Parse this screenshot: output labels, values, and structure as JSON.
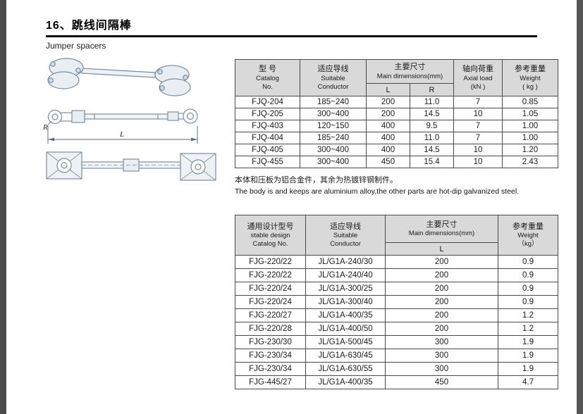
{
  "page": {
    "title": "16、跳线间隔棒",
    "subtitle": "Jumper spacers",
    "note_cn": "本体和压板为铝合金件，其余为热镀锌钢制件。",
    "note_en": "The body is and keeps are aluminium alloy,the other parts are hot-dip galvanized steel."
  },
  "colors": {
    "header_bg": "#d9d9d9",
    "table_border": "#4a4a4a",
    "edge_bar": "#4c4c4c"
  },
  "drawings": {
    "label_r": "R",
    "label_l": "L"
  },
  "table1": {
    "headers": {
      "catalog_cn": "型 号",
      "catalog_en1": "Catalog",
      "catalog_en2": "No.",
      "conductor_cn": "适应导线",
      "conductor_en1": "Suitable",
      "conductor_en2": "Conductor",
      "dims_cn": "主要尺寸",
      "dims_en": "Main dimensions(mm)",
      "col_l": "L",
      "col_r": "R",
      "axial_cn": "轴向荷重",
      "axial_en": "Axial load",
      "axial_unit": "(kN )",
      "weight_cn": "参考重量",
      "weight_en": "Weight",
      "weight_unit": "( kg )"
    },
    "rows": [
      [
        "FJQ-204",
        "185~240",
        "200",
        "11.0",
        "7",
        "0.85"
      ],
      [
        "FJQ-205",
        "300~400",
        "200",
        "14.5",
        "10",
        "1.05"
      ],
      [
        "FJQ-403",
        "120~150",
        "400",
        "9.5",
        "7",
        "1.00"
      ],
      [
        "FJQ-404",
        "185~240",
        "400",
        "11.0",
        "7",
        "1.00"
      ],
      [
        "FJQ-405",
        "300~400",
        "400",
        "14.5",
        "10",
        "1.20"
      ],
      [
        "FJQ-455",
        "300~400",
        "450",
        "15.4",
        "10",
        "2.43"
      ]
    ]
  },
  "table2": {
    "headers": {
      "catalog_cn": "通用设计型号",
      "catalog_en1": "stable design",
      "catalog_en2": "Catalog No.",
      "conductor_cn": "适应导线",
      "conductor_en1": "Suitable",
      "conductor_en2": "Conductor",
      "dims_cn": "主要尺寸",
      "dims_en": "Main dimensions(mm)",
      "col_l": "L",
      "weight_cn": "参考重量",
      "weight_en": "Weight",
      "weight_unit": "（kg）"
    },
    "rows": [
      [
        "FJG-220/22",
        "JL/G1A-240/30",
        "200",
        "0.9"
      ],
      [
        "FJG-220/22",
        "JL/G1A-240/40",
        "200",
        "0.9"
      ],
      [
        "FJG-220/24",
        "JL/G1A-300/25",
        "200",
        "0.9"
      ],
      [
        "FJG-220/24",
        "JL/G1A-300/40",
        "200",
        "0.9"
      ],
      [
        "FJG-220/27",
        "JL/G1A-400/35",
        "200",
        "1.2"
      ],
      [
        "FJG-220/28",
        "JL/G1A-400/50",
        "200",
        "1.2"
      ],
      [
        "FJG-230/30",
        "JL/G1A-500/45",
        "300",
        "1.9"
      ],
      [
        "FJG-230/34",
        "JL/G1A-630/45",
        "300",
        "1.9"
      ],
      [
        "FJG-230/34",
        "JL/G1A-630/55",
        "300",
        "1.9"
      ],
      [
        "FJG-445/27",
        "JL/G1A-400/35",
        "450",
        "4.7"
      ]
    ]
  }
}
